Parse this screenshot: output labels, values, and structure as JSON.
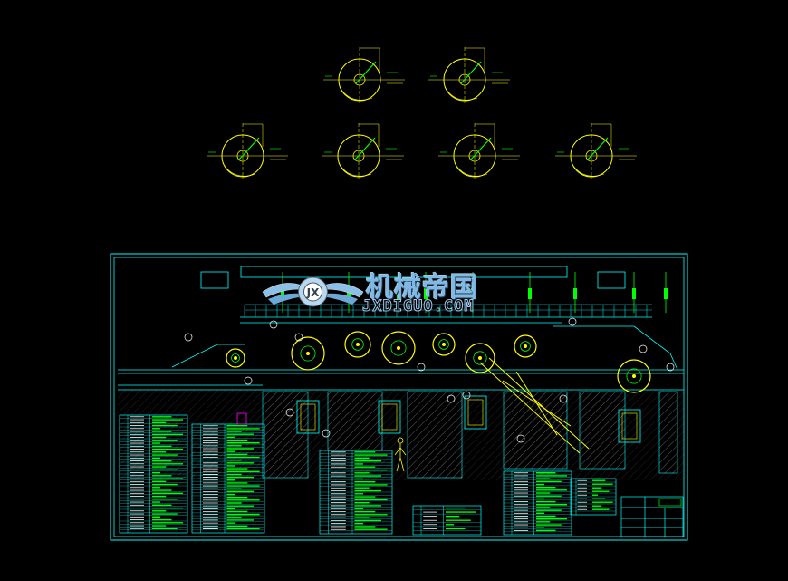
{
  "watermark": {
    "title": "机械帝国",
    "subtitle": "JXDIGUO.COM"
  },
  "colors": {
    "background": "#000000",
    "frame": "#00ffff",
    "detail": "#ffff00",
    "dimension": "#00ff00",
    "accent": "#ff00ff",
    "text": "#00ff00",
    "hatch": "#ffffff"
  },
  "detail_views": {
    "top_row": 2,
    "second_row": 4
  }
}
